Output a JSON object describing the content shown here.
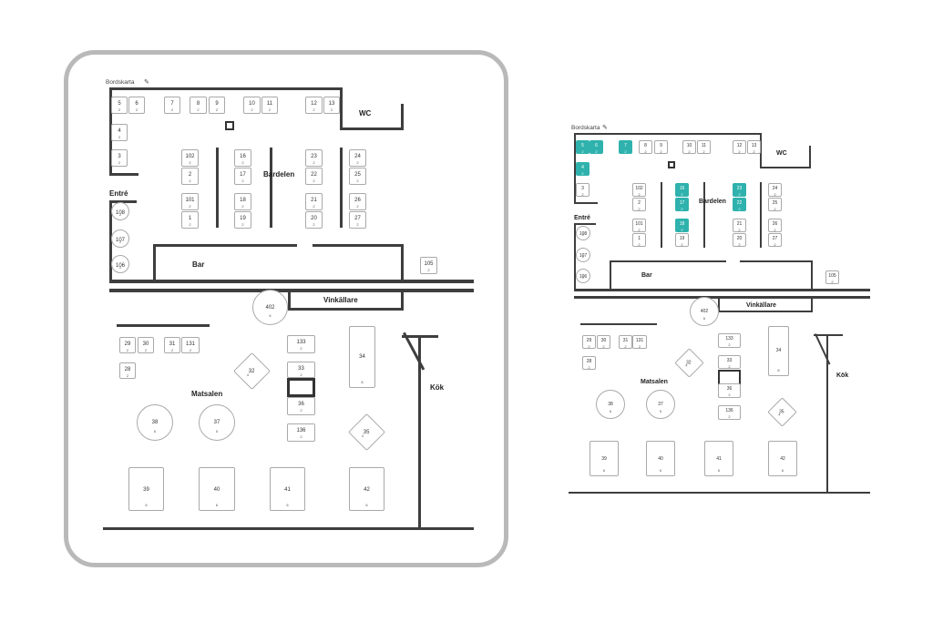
{
  "left_map": {
    "title": "Bordskarta",
    "edit_icon": "pencil-icon",
    "areas": {
      "wc": "WC",
      "bardelen": "Bardelen",
      "entre": "Entré",
      "bar": "Bar",
      "vinkallare": "Vinkällare",
      "matsalen": "Matsalen",
      "kok": "Kök"
    },
    "tables": [
      {
        "num": "5",
        "seats": "2"
      },
      {
        "num": "6",
        "seats": "2"
      },
      {
        "num": "7",
        "seats": "2"
      },
      {
        "num": "8",
        "seats": "2"
      },
      {
        "num": "9",
        "seats": "2"
      },
      {
        "num": "10",
        "seats": "2"
      },
      {
        "num": "11",
        "seats": "2"
      },
      {
        "num": "12",
        "seats": "2"
      },
      {
        "num": "13",
        "seats": "2"
      },
      {
        "num": "4",
        "seats": "2"
      },
      {
        "num": "3",
        "seats": "2"
      },
      {
        "num": "102",
        "seats": "2"
      },
      {
        "num": "2",
        "seats": "2"
      },
      {
        "num": "101",
        "seats": "2"
      },
      {
        "num": "1",
        "seats": "2"
      },
      {
        "num": "16",
        "seats": "2"
      },
      {
        "num": "17",
        "seats": "2"
      },
      {
        "num": "18",
        "seats": "2"
      },
      {
        "num": "19",
        "seats": "2"
      },
      {
        "num": "23",
        "seats": "2"
      },
      {
        "num": "22",
        "seats": "2"
      },
      {
        "num": "21",
        "seats": "2"
      },
      {
        "num": "20",
        "seats": "2"
      },
      {
        "num": "24",
        "seats": "2"
      },
      {
        "num": "25",
        "seats": "2"
      },
      {
        "num": "26",
        "seats": "2"
      },
      {
        "num": "27",
        "seats": "2"
      },
      {
        "num": "108",
        "seats": "2"
      },
      {
        "num": "107",
        "seats": "2"
      },
      {
        "num": "106",
        "seats": "2"
      },
      {
        "num": "105",
        "seats": "2"
      },
      {
        "num": "402",
        "seats": "6"
      },
      {
        "num": "29",
        "seats": "2"
      },
      {
        "num": "30",
        "seats": "2"
      },
      {
        "num": "31",
        "seats": "2"
      },
      {
        "num": "131",
        "seats": "2"
      },
      {
        "num": "28",
        "seats": "2"
      },
      {
        "num": "32",
        "seats": "4"
      },
      {
        "num": "133",
        "seats": "2"
      },
      {
        "num": "33",
        "seats": "2"
      },
      {
        "num": "36",
        "seats": "2"
      },
      {
        "num": "136",
        "seats": "2"
      },
      {
        "num": "34",
        "seats": "8"
      },
      {
        "num": "38",
        "seats": "6"
      },
      {
        "num": "37",
        "seats": "5"
      },
      {
        "num": "35",
        "seats": "4"
      },
      {
        "num": "39",
        "seats": "6"
      },
      {
        "num": "40",
        "seats": "6"
      },
      {
        "num": "41",
        "seats": "6"
      },
      {
        "num": "42",
        "seats": "6"
      }
    ]
  },
  "right_map": {
    "title": "Bordskarta",
    "edit_icon": "pencil-icon",
    "areas": {
      "wc": "WC",
      "bardelen": "Bardelen",
      "entre": "Entré",
      "bar": "Bar",
      "vinkallare": "Vinkällare",
      "matsalen": "Matsalen",
      "kok": "Kök"
    },
    "highlight_color": "#2fb2ad",
    "highlighted_tables": [
      "5",
      "6",
      "7",
      "4",
      "16",
      "17",
      "18",
      "23",
      "22"
    ],
    "tables": [
      {
        "num": "5",
        "seats": "2"
      },
      {
        "num": "6",
        "seats": "2"
      },
      {
        "num": "7",
        "seats": "2"
      },
      {
        "num": "8",
        "seats": "2"
      },
      {
        "num": "9",
        "seats": "2"
      },
      {
        "num": "10",
        "seats": "2"
      },
      {
        "num": "11",
        "seats": "2"
      },
      {
        "num": "12",
        "seats": "2"
      },
      {
        "num": "13",
        "seats": "2"
      },
      {
        "num": "4",
        "seats": "2"
      },
      {
        "num": "3",
        "seats": "2"
      },
      {
        "num": "102",
        "seats": "2"
      },
      {
        "num": "2",
        "seats": "2"
      },
      {
        "num": "101",
        "seats": "2"
      },
      {
        "num": "1",
        "seats": "2"
      },
      {
        "num": "16",
        "seats": "2"
      },
      {
        "num": "17",
        "seats": "2"
      },
      {
        "num": "18",
        "seats": "2"
      },
      {
        "num": "19",
        "seats": "2"
      },
      {
        "num": "23",
        "seats": "2"
      },
      {
        "num": "22",
        "seats": "2"
      },
      {
        "num": "21",
        "seats": "2"
      },
      {
        "num": "20",
        "seats": "2"
      },
      {
        "num": "24",
        "seats": "2"
      },
      {
        "num": "25",
        "seats": "2"
      },
      {
        "num": "26",
        "seats": "2"
      },
      {
        "num": "27",
        "seats": "2"
      },
      {
        "num": "108",
        "seats": "2"
      },
      {
        "num": "107",
        "seats": "2"
      },
      {
        "num": "106",
        "seats": "2"
      },
      {
        "num": "105",
        "seats": "2"
      },
      {
        "num": "402",
        "seats": "6"
      },
      {
        "num": "29",
        "seats": "2"
      },
      {
        "num": "30",
        "seats": "2"
      },
      {
        "num": "31",
        "seats": "2"
      },
      {
        "num": "131",
        "seats": "2"
      },
      {
        "num": "28",
        "seats": "2"
      },
      {
        "num": "32",
        "seats": "4"
      },
      {
        "num": "133",
        "seats": "2"
      },
      {
        "num": "33",
        "seats": "2"
      },
      {
        "num": "36",
        "seats": "2"
      },
      {
        "num": "136",
        "seats": "2"
      },
      {
        "num": "34",
        "seats": "8"
      },
      {
        "num": "38",
        "seats": "6"
      },
      {
        "num": "37",
        "seats": "5"
      },
      {
        "num": "35",
        "seats": "4"
      },
      {
        "num": "39",
        "seats": "6"
      },
      {
        "num": "40",
        "seats": "6"
      },
      {
        "num": "41",
        "seats": "6"
      },
      {
        "num": "42",
        "seats": "6"
      }
    ]
  }
}
